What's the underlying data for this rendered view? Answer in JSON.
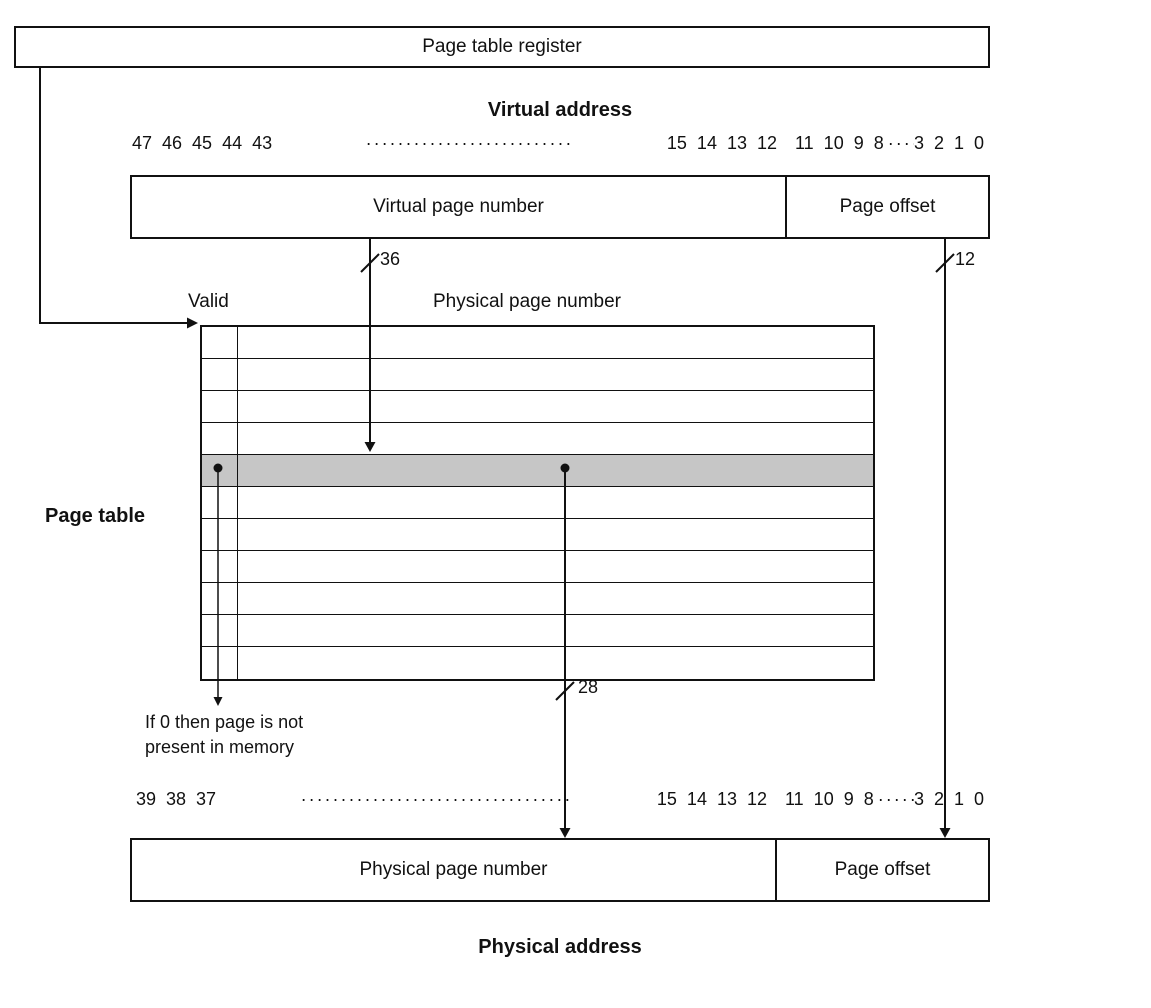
{
  "diagram": {
    "page_table_register_label": "Page table register",
    "virtual_address": {
      "title": "Virtual address",
      "bits_high": "47 46 45 44 43",
      "leader_long": "··························",
      "bits_mid_left": "15 14 13 12",
      "bits_mid_right": "11 10 9 8",
      "leader_short": "·······",
      "bits_low": "3 2 1 0",
      "vpn_label": "Virtual page number",
      "offset_label": "Page offset",
      "vpn_bus_width": "36",
      "offset_bus_width": "12"
    },
    "page_table": {
      "label": "Page table",
      "valid_label": "Valid",
      "ppn_label": "Physical page number",
      "rows": 11,
      "highlighted_row": 4,
      "highlight_color": "#c6c6c6",
      "ppn_bus_width": "28",
      "note_line1": "If 0 then page is not",
      "note_line2": "present in memory"
    },
    "physical_address": {
      "title": "Physical address",
      "bits_high": "39 38 37",
      "leader_long": "··································",
      "bits_mid_left": "15 14 13 12",
      "bits_mid_right": "11 10 9 8",
      "leader_short": "·······",
      "bits_low": "3 2 1 0",
      "ppn_label": "Physical page number",
      "offset_label": "Page offset"
    }
  }
}
